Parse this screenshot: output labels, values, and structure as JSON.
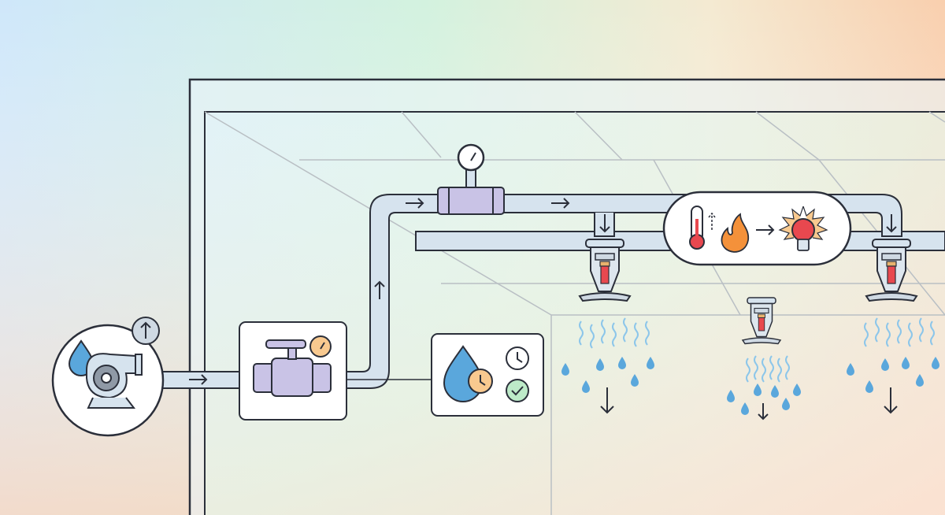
{
  "diagram": {
    "components": [
      {
        "id": "pump",
        "icon": "water-pump-icon",
        "badge_icon": "arrow-up-icon"
      },
      {
        "id": "control-valve",
        "icon": "valve-with-gauge-icon"
      },
      {
        "id": "pressure-gauge",
        "icon": "pressure-gauge-icon"
      },
      {
        "id": "timer-panel",
        "icons": [
          "water-drop-clock-icon",
          "clock-icon",
          "check-circle-icon"
        ]
      },
      {
        "id": "activation-callout",
        "icons": [
          "thermometer-rising-icon",
          "flame-icon",
          "arrow-right-icon",
          "bulb-burst-icon"
        ]
      },
      {
        "id": "sprinkler-left",
        "icon": "sprinkler-head-icon"
      },
      {
        "id": "sprinkler-center",
        "icon": "sprinkler-head-icon"
      },
      {
        "id": "sprinkler-right",
        "icon": "sprinkler-head-icon"
      }
    ],
    "flow_direction_icons": [
      "arrow-right-icon",
      "arrow-up-icon",
      "arrow-down-icon"
    ],
    "colors": {
      "outline": "#2b2f3a",
      "pipe": "#d6e3ee",
      "valve": "#c9c3e6",
      "water": "#4f9fd8",
      "bulb_red": "#e8484f",
      "flame": "#f4913a",
      "check_green": "#7fd69a",
      "clock_orange": "#f8c98f",
      "bg_blue": "#cfe7fa",
      "bg_green": "#d3f2df",
      "bg_orange": "#f9cfae"
    }
  }
}
